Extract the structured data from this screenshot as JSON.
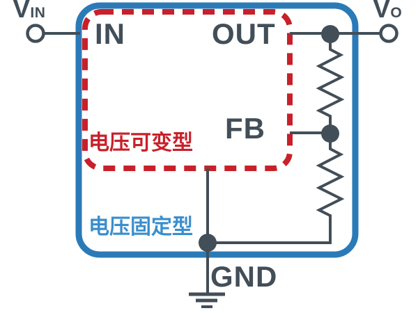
{
  "diagram": {
    "terminals": {
      "input": {
        "main": "V",
        "sub": "IN"
      },
      "output": {
        "main": "V",
        "sub": "O"
      }
    },
    "pins": {
      "in": "IN",
      "out": "OUT",
      "fb": "FB",
      "gnd": "GND"
    },
    "regions": {
      "adjustable": "电压可变型",
      "fixed": "电压固定型"
    },
    "colors": {
      "regulator_outline_blue": "#2b7ab8",
      "adjustable_outline_red": "#c8202a",
      "wire_dark_gray": "#424e58",
      "fixed_label_blue": "#3a8ecd",
      "background": "#ffffff"
    }
  }
}
